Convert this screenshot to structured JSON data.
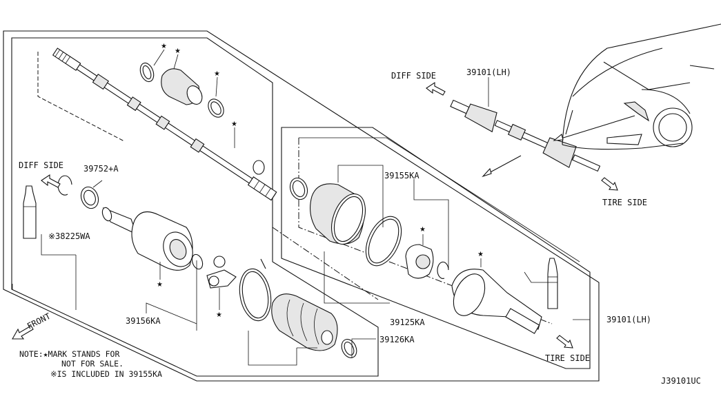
{
  "labels": {
    "diff_side_top": "DIFF SIDE",
    "part_39101_lh_top": "39101(LH)",
    "tire_side_right": "TIRE SIDE",
    "diff_side_left": "DIFF SIDE",
    "part_39752a": "39752+A",
    "part_39155ka": "39155KA",
    "part_38225wa": "※38225WA",
    "part_39156ka": "39156KA",
    "part_39125ka": "39125KA",
    "part_39101_lh_right": "39101(LH)",
    "part_39126ka": "39126KA",
    "front": "FRONT",
    "tire_side_bottom": "TIRE SIDE",
    "diagram_code": "J39101UC"
  },
  "note": {
    "line1": "NOTE:★MARK STANDS FOR",
    "line2": "NOT FOR SALE.",
    "line3": "※IS INCLUDED IN 39155KA"
  },
  "star_symbol": "★"
}
